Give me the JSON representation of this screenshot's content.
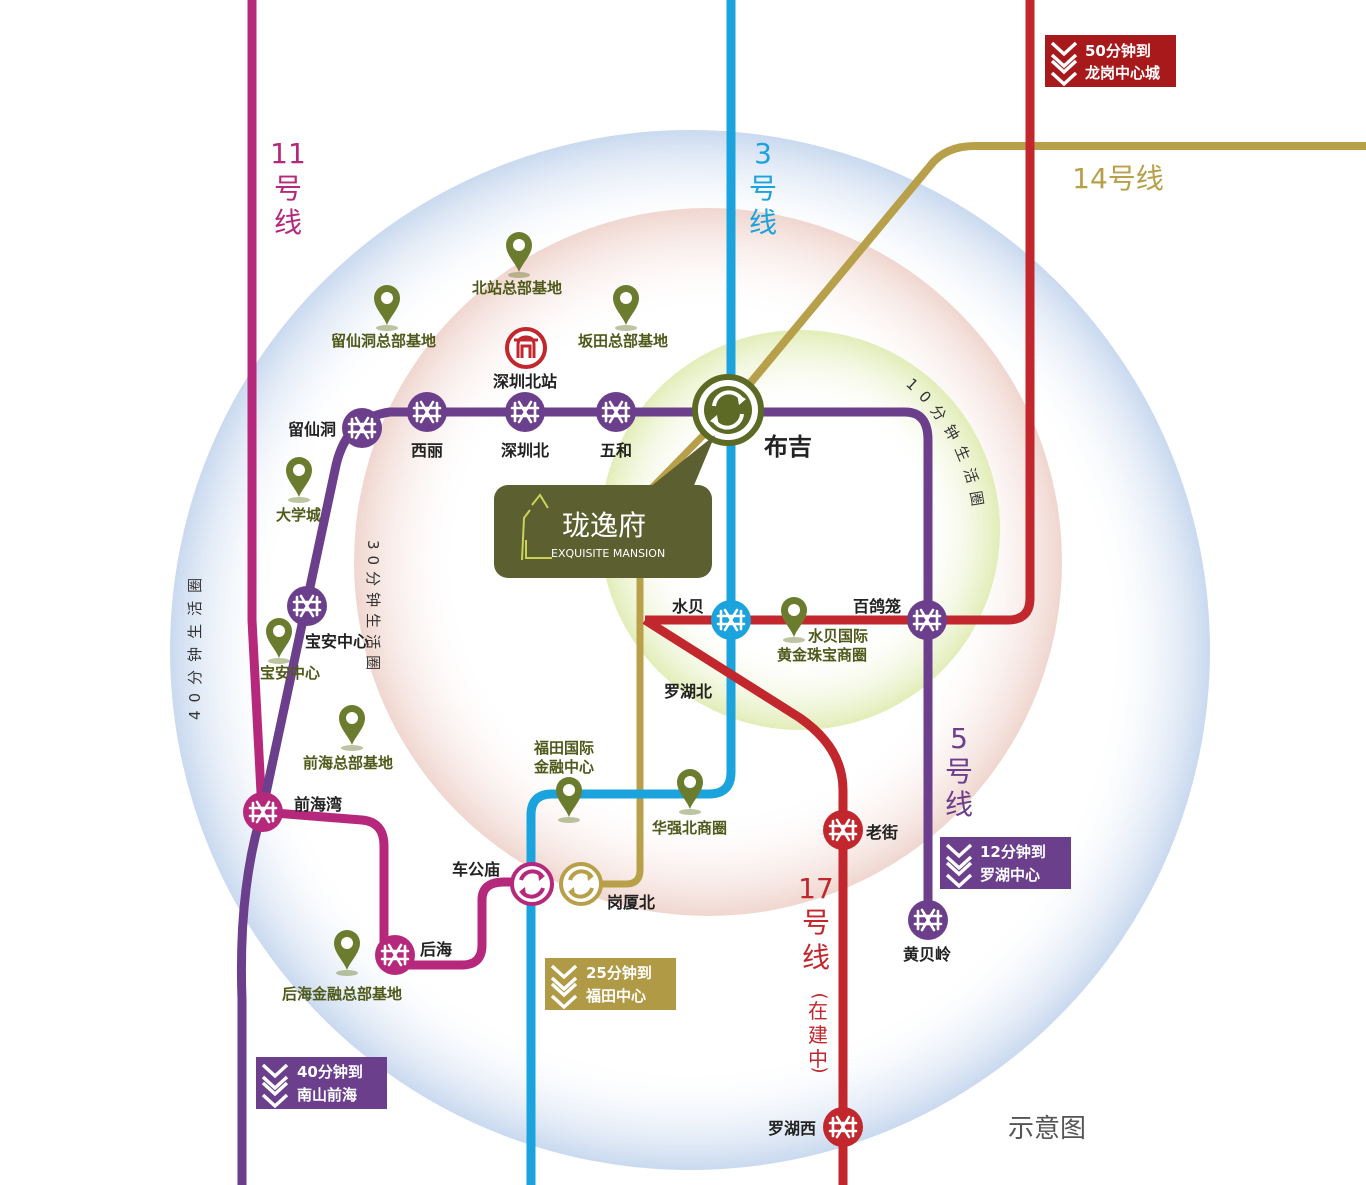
{
  "lines": {
    "l11": {
      "label": "11号线",
      "chars": [
        "11",
        "号",
        "线"
      ],
      "color": "#b5287b"
    },
    "l3": {
      "label": "3号线",
      "chars": [
        "3",
        "号",
        "线"
      ],
      "color": "#1aa3dd"
    },
    "l14": {
      "label": "14号线",
      "color": "#b8a04a"
    },
    "l5": {
      "label": "5号线",
      "chars": [
        "5",
        "号",
        "线"
      ],
      "color": "#6b3f8c"
    },
    "l17": {
      "label": "17号线",
      "chars": [
        "17",
        "号",
        "线"
      ],
      "note_chars": [
        "(",
        "在",
        "建",
        "中",
        ")"
      ],
      "color": "#c1272d"
    },
    "l4": {
      "color": "#b8a04a"
    }
  },
  "stations": {
    "liuxiandong": "留仙洞",
    "xili": "西丽",
    "shenzhenbei": "深圳北",
    "wuhe": "五和",
    "buji": "布吉",
    "shuibei": "水贝",
    "baigelong": "百鸽笼",
    "baoan_center": "宝安中心",
    "qianhaiwan": "前海湾",
    "houhai": "后海",
    "chegongmiao": "车公庙",
    "gangxiabei": "岗厦北",
    "luohubei": "罗湖北",
    "laojie": "老街",
    "huangbeiling": "黄贝岭",
    "luohuxi": "罗湖西"
  },
  "pois": {
    "beizhan_hq": "北站总部基地",
    "liuxiandong_hq": "留仙洞总部基地",
    "bantian_hq": "坂田总部基地",
    "shenzhen_north_station": "深圳北站",
    "university_town": "大学城",
    "baoan_center_poi": "宝安中心",
    "qianhai_hq": "前海总部基地",
    "futian_fin_1": "福田国际",
    "futian_fin_2": "金融中心",
    "huaqiangbei": "华强北商圈",
    "shuibei_1": "水贝国际",
    "shuibei_2": "黄金珠宝商圈",
    "houhai_fin": "后海金融总部基地"
  },
  "rings": {
    "r10": "10分钟生活圈",
    "r30": "30分钟生活圈",
    "r40": "40分钟生活圈"
  },
  "project": {
    "name_cn": "珑逸府",
    "name_en": "EXQUISITE MANSION",
    "color": "#5c5f2f"
  },
  "badges": [
    {
      "id": "longgang",
      "line1": "50分钟到",
      "line2": "龙岗中心城",
      "color": "#a8191c"
    },
    {
      "id": "luohu",
      "line1": "12分钟到",
      "line2": "罗湖中心",
      "color": "#6b3f8c"
    },
    {
      "id": "futian",
      "line1": "25分钟到",
      "line2": "福田中心",
      "color": "#b19a45"
    },
    {
      "id": "nanshan",
      "line1": "40分钟到",
      "line2": "南山前海",
      "color": "#6b3f8c"
    }
  ],
  "caption": "示意图"
}
